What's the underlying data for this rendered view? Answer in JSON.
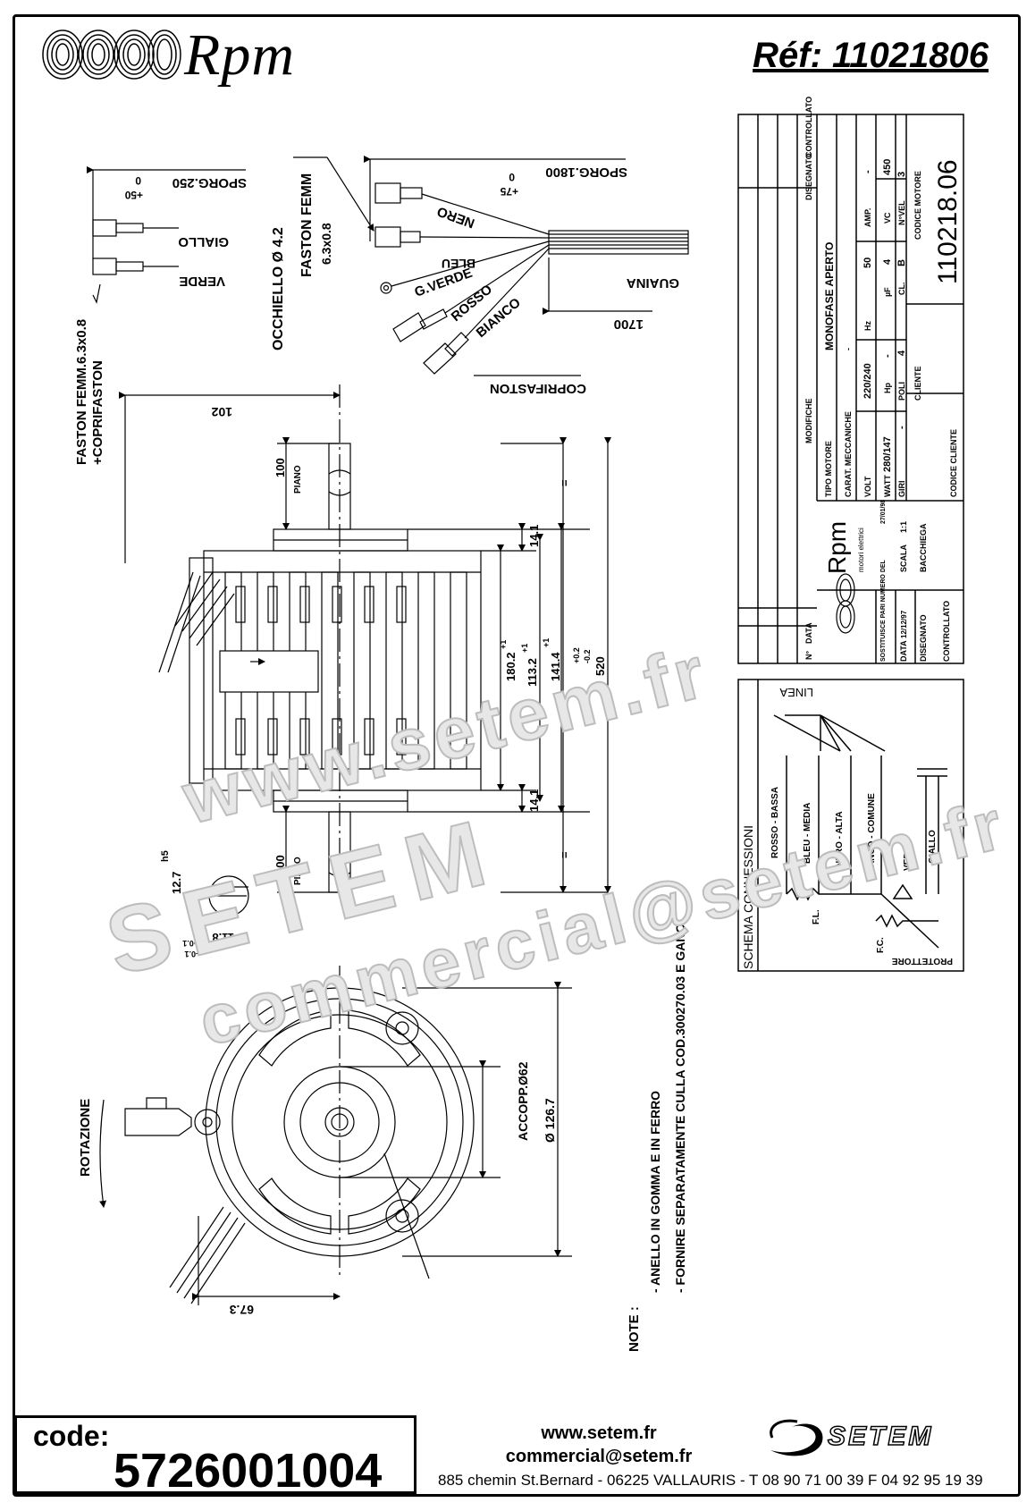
{
  "header": {
    "brand": "Rpm",
    "reference": "Réf:  11021806"
  },
  "wiring": {
    "terminal_note": "FASTON FEMM.6.3x0.8",
    "terminal_note_2": "+COPRIFASTON",
    "sporg_250": "SPORG.250",
    "sporg_250_tol_plus": "+50",
    "sporg_250_tol_zero": "0",
    "giallo": "GIALLO",
    "verde": "VERDE",
    "occhiello": "OCCHIELLO Ø 4.2",
    "faston_femm": "FASTON FEMM",
    "faston_size": "6.3x0.8",
    "sporg_1800": "SPORG.1800",
    "sporg_1800_tol_plus": "+75",
    "sporg_1800_tol_zero": "0",
    "wires": [
      "NERO",
      "BLEU",
      "G.VERDE",
      "ROSSO",
      "BIANCO"
    ],
    "guaina": "GUAINA",
    "length_1700": "1700",
    "coprifaston": "COPRIFASTON"
  },
  "side_view": {
    "dim_102": "102",
    "piano": "PIANO",
    "dim_100": "100",
    "dim_14_1": "14.1",
    "dim_180": "180.2",
    "dim_113": "113.2",
    "dim_141": "141.4",
    "dim_520": "520",
    "tol_plus1": "+1",
    "tol_plus02": "+0.2",
    "tol_minus02": "-0.2",
    "dim_h5": "h5",
    "dim_12_7": "12.7",
    "dim_11_8": "11.8",
    "tol_plus01": "+0.1",
    "tol_minus01": "-0.1",
    "equal": "="
  },
  "front_view": {
    "rotazione": "ROTAZIONE",
    "accopp": "ACCOPP.Ø62",
    "dia_126": "Ø 126.7",
    "dim_67": "67.3"
  },
  "notes": {
    "label": "NOTE :",
    "lines": [
      "- ANELLO IN GOMMA E IN FERRO",
      "- FORNIRE SEPARATAMENTE CULLA COD.300270.03 E GANCI"
    ]
  },
  "title_block": {
    "mod_headers": [
      "N°",
      "DATA",
      "MODIFICHE",
      "DISEGNATO",
      "CONTROLLATO"
    ],
    "tipo_motore_label": "TIPO MOTORE",
    "tipo_motore": "MONOFASE APERTO",
    "carat_label": "CARAT. MECCANICHE",
    "carat": "-",
    "volt_label": "VOLT",
    "volt": "220/240",
    "hz_label": "Hz",
    "hz": "50",
    "amp_label": "AMP.",
    "amp": "-",
    "watt_label": "WATT",
    "watt": "280/147",
    "hp_label": "Hp",
    "hp": "-",
    "uf_label": "µF",
    "uf": "4",
    "vc_label": "VC",
    "vc": "450",
    "giri_label": "GIRI",
    "giri": "-",
    "poli_label": "POLI",
    "poli": "4",
    "cl_label": "CL.",
    "cl": "B",
    "nvel_label": "N°VEL",
    "nvel": "3",
    "codice_motore_label": "CODICE MOTORE",
    "codice_motore": "110218.06",
    "cliente_label": "CLIENTE",
    "codice_cliente_label": "CODICE CLIENTE",
    "logo_name": "Rpm",
    "logo_sub": "motori elettrici",
    "sostituisce": "SOSTITUISCE PARI NUMERO DEL",
    "sostituisce_date": "27/01/98",
    "data_label": "DATA",
    "data": "12/12/97",
    "scala_label": "SCALA",
    "scala": "1:1",
    "disegnato_label": "DISEGNATO",
    "disegnato": "BACCHIEGA",
    "controllato_label": "CONTROLLATO"
  },
  "schema": {
    "title": "SCHEMA CONNESSIONI",
    "linea": "LINEA",
    "wires": [
      "ROSSO - BASSA",
      "BLEU - MEDIA",
      "NERO - ALTA",
      "BIANCO - COMUNE",
      "VERDE",
      "GIALLO"
    ],
    "fl": "F.L.",
    "fc": "F.C.",
    "protettore": "PROTETTORE"
  },
  "footer": {
    "code_label": "code:",
    "code_value": "5726001004",
    "website": "www.setem.fr",
    "email": "commercial@setem.fr",
    "address": "885 chemin St.Bernard  -  06225 VALLAURIS  -  T 08 90 71 00 39   F 04 92 95 19 39",
    "company": "SETEM"
  },
  "watermark": {
    "brand": "SETEM",
    "site": "www.setem.fr",
    "mail": "commercial@setem.fr"
  },
  "icons": [
    "rpm-coil-logo-icon",
    "setem-swirl-logo-icon",
    "rotation-arrow-icon",
    "capacitor-icon",
    "protector-icon"
  ]
}
